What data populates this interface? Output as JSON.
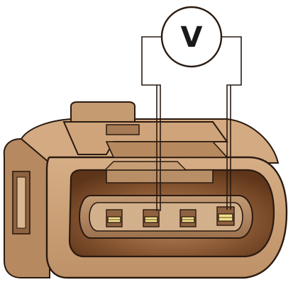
{
  "meter": {
    "symbol": "V",
    "icon": "voltmeter-icon"
  },
  "connector": {
    "pin_count": 4,
    "probed_pins": [
      2,
      4
    ],
    "colors": {
      "housing": "#C9A07A",
      "housing_dark": "#9E6F4A",
      "cavity": "#7A4A2A",
      "terminal": "#F2E08A",
      "outline": "#2A1A10"
    }
  }
}
